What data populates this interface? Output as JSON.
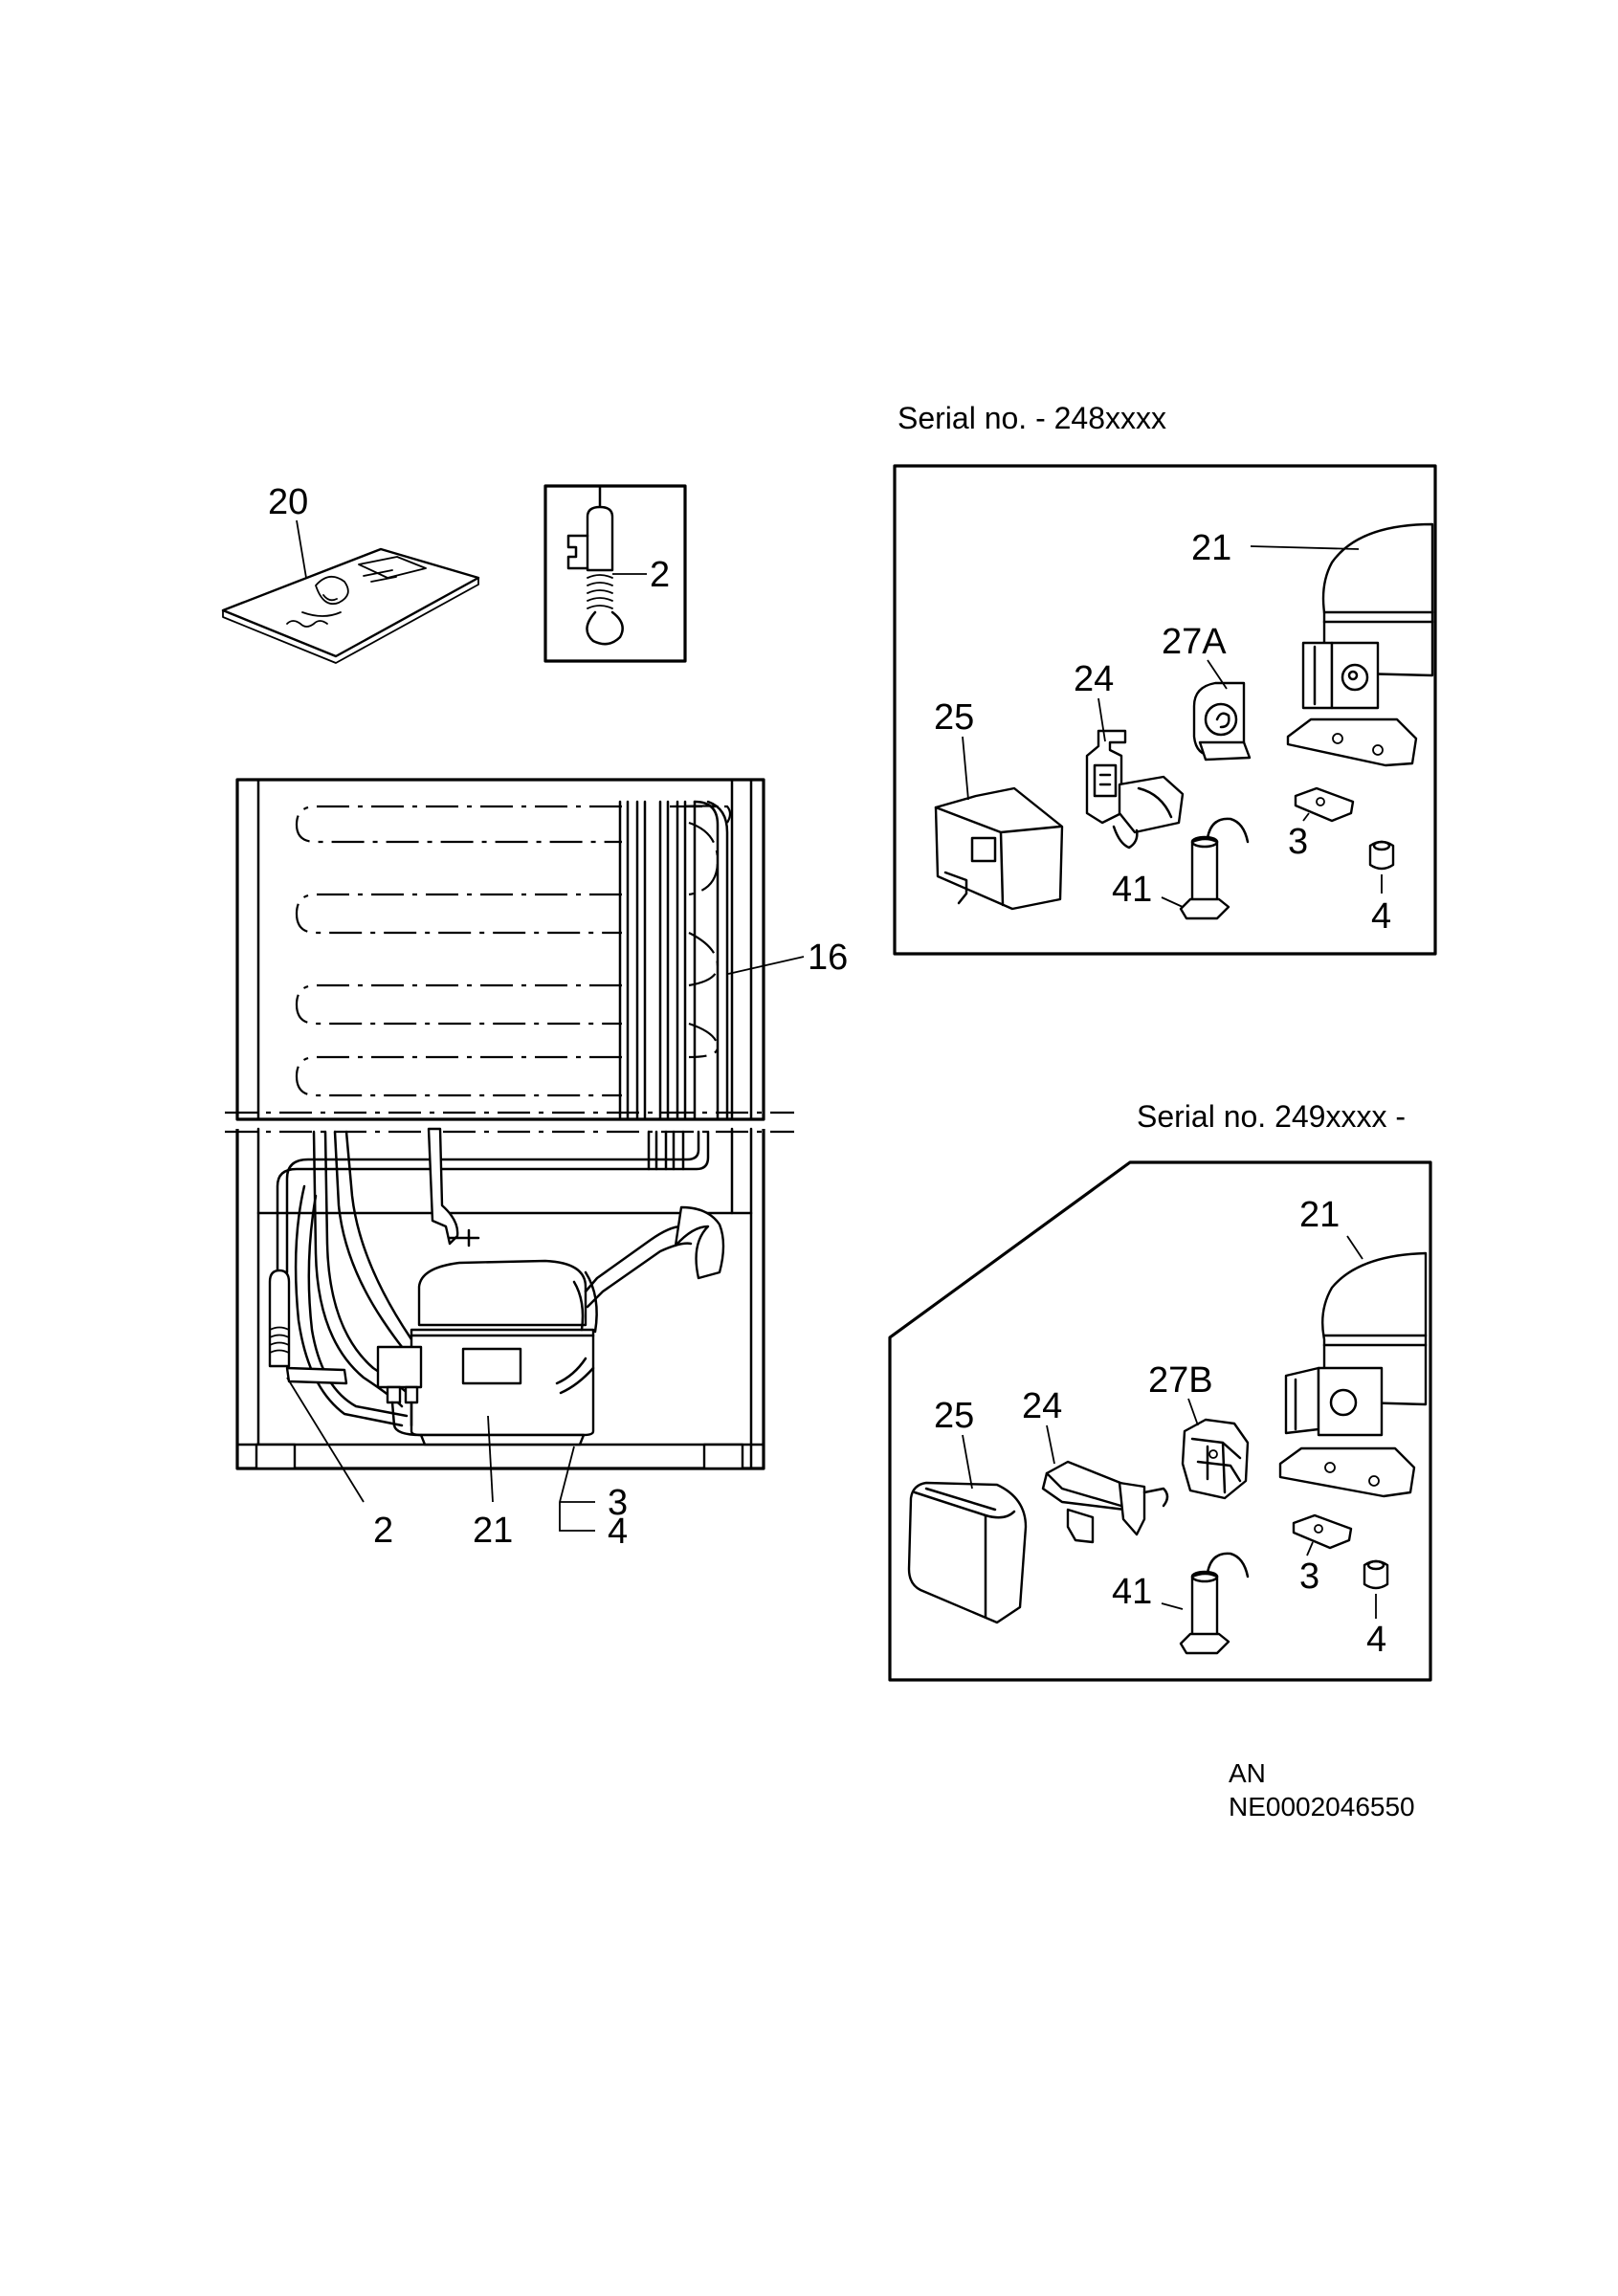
{
  "panels": {
    "early": {
      "serial": "Serial no. - 248xxxx"
    },
    "late": {
      "serial": "Serial no. 249xxxx -"
    }
  },
  "callouts": {
    "manual": "20",
    "sensor_inset": "2",
    "main_16": "16",
    "main_2": "2",
    "main_21": "21",
    "main_3": "3",
    "main_4": "4",
    "early_21": "21",
    "early_27A": "27A",
    "early_24": "24",
    "early_25": "25",
    "early_3": "3",
    "early_41": "41",
    "early_4": "4",
    "late_21": "21",
    "late_27B": "27B",
    "late_24": "24",
    "late_25": "25",
    "late_3": "3",
    "late_41": "41",
    "late_4": "4"
  },
  "drawing_code": {
    "line1": "AN",
    "line2": "NE0002046550"
  }
}
